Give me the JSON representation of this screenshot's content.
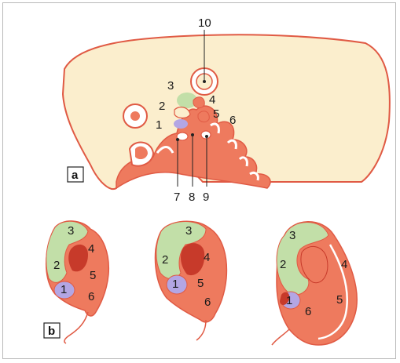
{
  "colors": {
    "skin": "#fbeecd",
    "outline": "#e05a44",
    "swelling_red": "#ee7a5e",
    "swelling_dark": "#c73a2a",
    "green": "#c2dfa8",
    "violet": "#b3a6e4",
    "panel_border": "#b9b9b9"
  },
  "panel_a": {
    "label": "a",
    "numbers": [
      "1",
      "2",
      "3",
      "4",
      "5",
      "6",
      "7",
      "8",
      "9",
      "10"
    ]
  },
  "panel_b": {
    "label": "b",
    "ear_1": {
      "numbers": [
        "1",
        "2",
        "3",
        "4",
        "5",
        "6"
      ]
    },
    "ear_2": {
      "numbers": [
        "1",
        "2",
        "3",
        "4",
        "5",
        "6"
      ]
    },
    "ear_3": {
      "numbers": [
        "1",
        "2",
        "3",
        "4",
        "5",
        "6"
      ]
    }
  }
}
